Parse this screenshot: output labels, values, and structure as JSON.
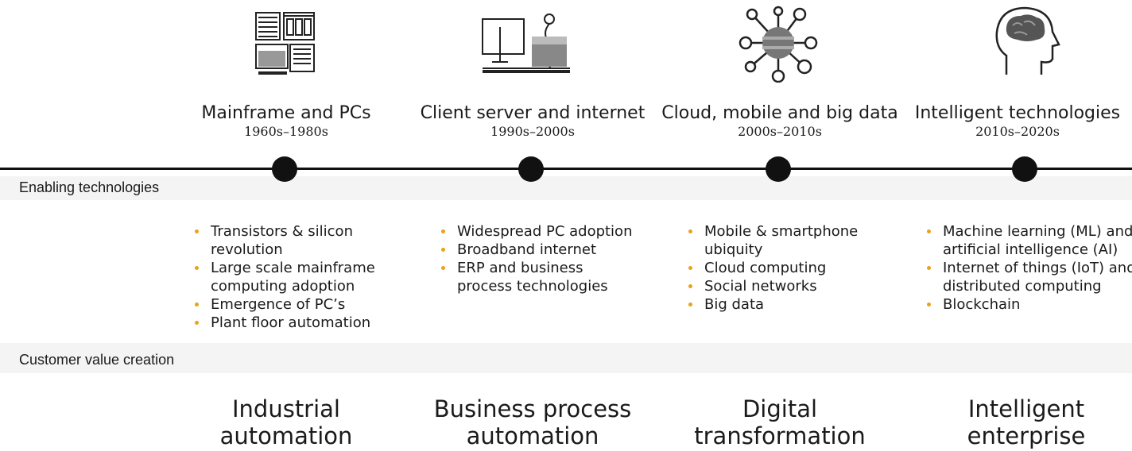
{
  "bands": {
    "enabling_label": "Enabling technologies",
    "customer_label": "Customer value creation"
  },
  "eras": [
    {
      "icon": "mainframe-icon",
      "title": "Mainframe and PCs",
      "years": "1960s–1980s",
      "technologies": [
        "Transistors & silicon",
        "revolution",
        "Large scale mainframe",
        "computing adoption",
        "Emergence of PC’s",
        "Plant floor automation"
      ],
      "value_line1": "Industrial",
      "value_line2": "automation"
    },
    {
      "icon": "computer-desk-icon",
      "title": "Client server and internet",
      "years": "1990s–2000s",
      "technologies": [
        "Widespread PC adoption",
        "Broadband internet",
        "ERP and business",
        "process technologies"
      ],
      "value_line1": "Business process",
      "value_line2": "automation"
    },
    {
      "icon": "network-cloud-icon",
      "title": "Cloud, mobile and big data",
      "years": "2000s–2010s",
      "technologies": [
        "Mobile & smartphone",
        "ubiquity",
        "Cloud computing",
        "Social networks",
        "Big data"
      ],
      "value_line1": "Digital",
      "value_line2": "transformation"
    },
    {
      "icon": "brain-head-icon",
      "title": "Intelligent technologies",
      "years": "2010s–2020s",
      "technologies": [
        "Machine learning (ML) and",
        "artificial intelligence (AI)",
        "Internet of things (IoT) and",
        "distributed computing",
        "Blockchain"
      ],
      "value_line1": "Intelligent",
      "value_line2": "enterprise"
    }
  ],
  "colors": {
    "bullet": "#e8a317",
    "band": "#f4f4f4",
    "line": "#111111"
  }
}
